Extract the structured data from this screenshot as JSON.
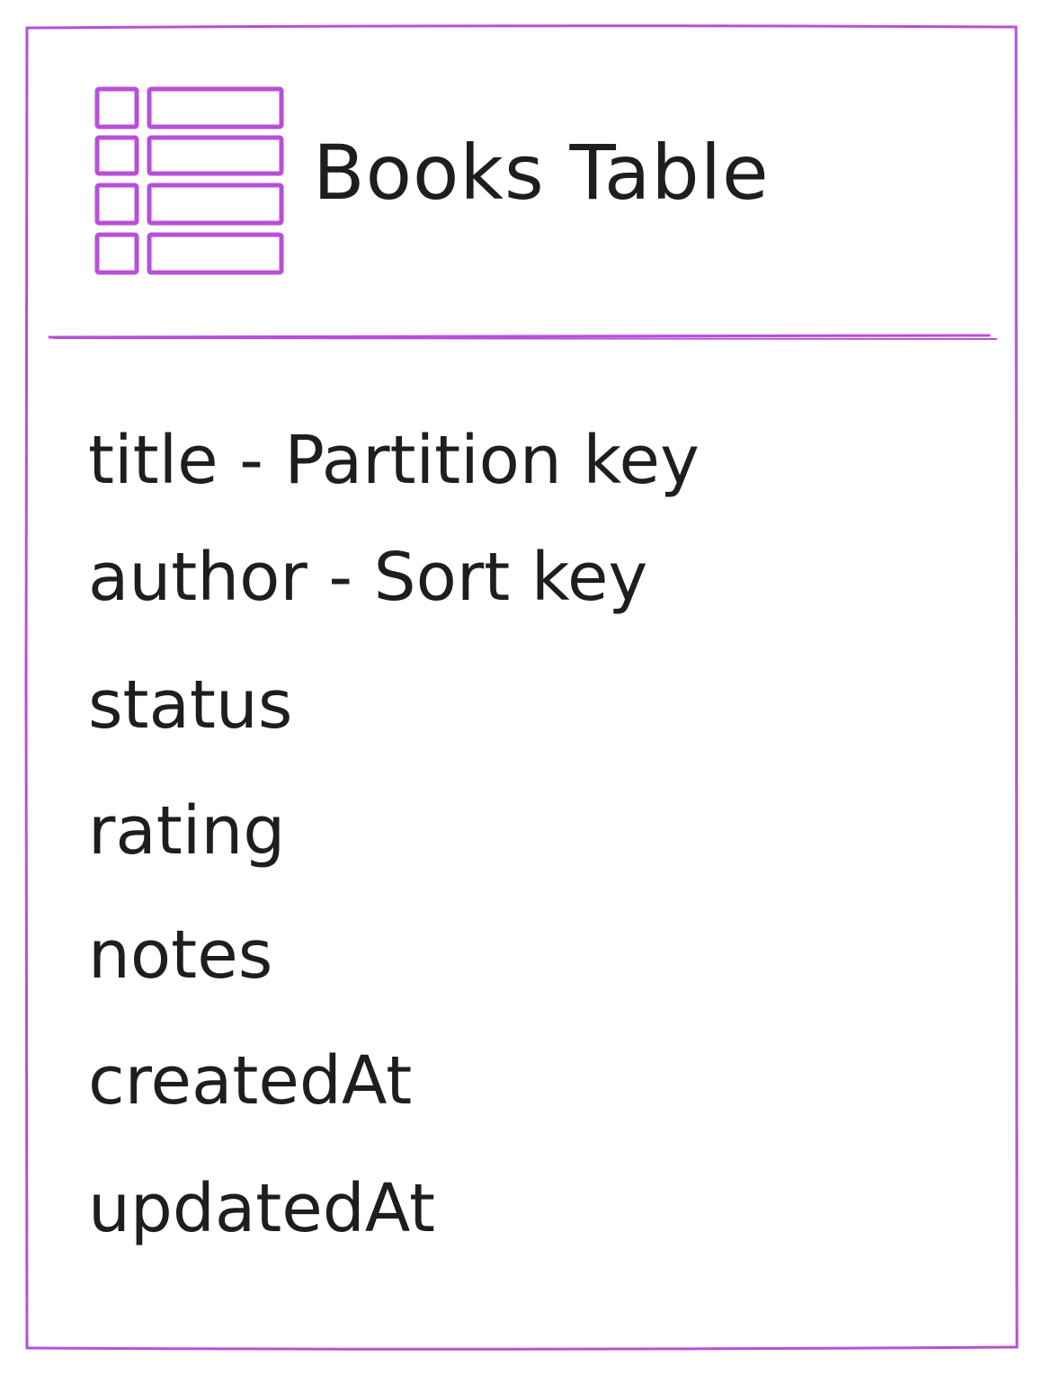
{
  "card": {
    "title": "Books Table",
    "icon": "table-icon",
    "accent_color": "#b84fd9",
    "text_color": "#1e1e1e",
    "fields": [
      "title - Partition key",
      "author - Sort key",
      "status",
      "rating",
      "notes",
      "createdAt",
      "updatedAt"
    ]
  }
}
